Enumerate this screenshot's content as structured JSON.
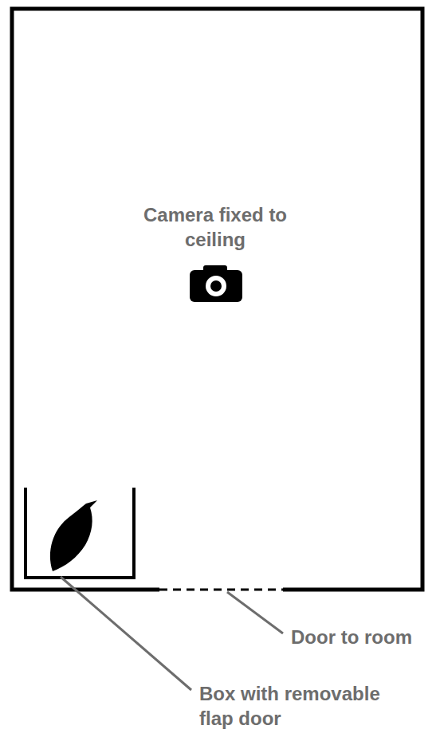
{
  "diagram": {
    "labels": [
      "Camera fixed to ceiling",
      "Door to room",
      "Box with removable flap door"
    ]
  }
}
